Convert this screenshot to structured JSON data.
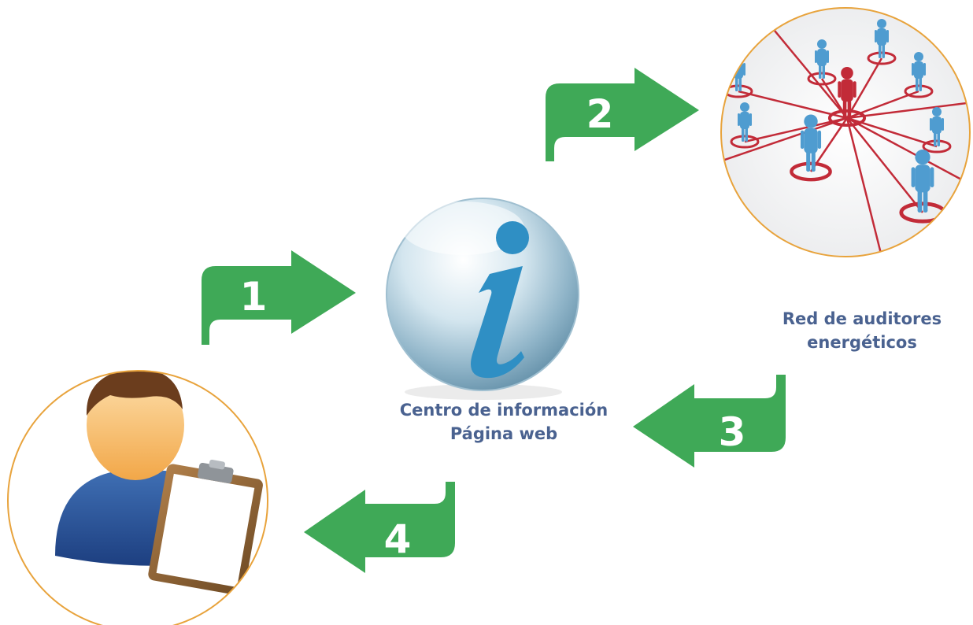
{
  "info_center": {
    "label_line1": "Centro de información",
    "label_line2": "Página web",
    "icon": "info-icon"
  },
  "auditor_network": {
    "label_line1": "Red de auditores",
    "label_line2": "energéticos",
    "icon": "people-network-icon"
  },
  "user": {
    "icon": "user-with-clipboard-icon"
  },
  "steps": [
    {
      "number": "1",
      "direction": "right"
    },
    {
      "number": "2",
      "direction": "right"
    },
    {
      "number": "3",
      "direction": "left"
    },
    {
      "number": "4",
      "direction": "left"
    }
  ],
  "colors": {
    "arrow_green": "#3fa957",
    "circle_border": "#e8a33c",
    "label_blue": "#4a6290",
    "info_blue": "#2f8fc4",
    "node_red": "#c22b38",
    "person_blue": "#4f9cd0"
  }
}
